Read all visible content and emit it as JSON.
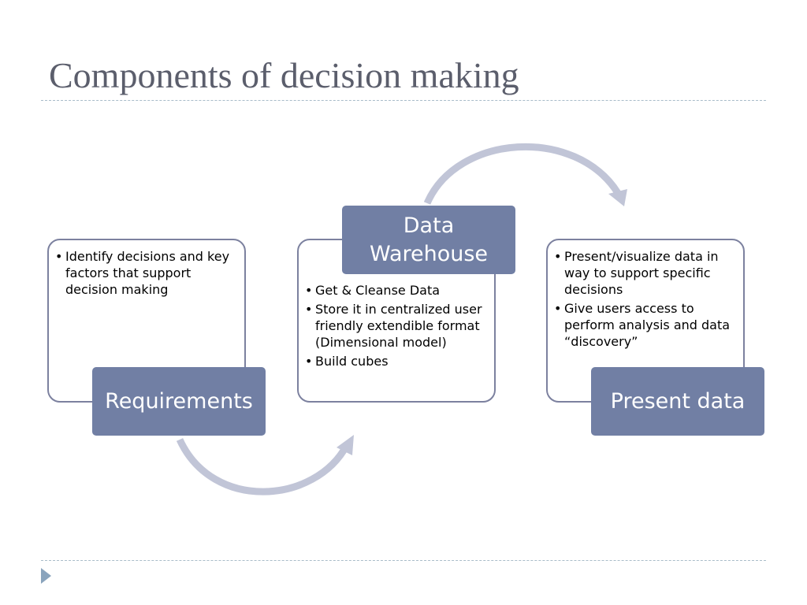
{
  "slide": {
    "title": "Components of decision making"
  },
  "steps": [
    {
      "label": "Requirements",
      "bullets": [
        "Identify decisions and key factors that support decision making"
      ]
    },
    {
      "label": "Data Warehouse",
      "bullets": [
        "Get & Cleanse Data",
        "Store it in centralized user friendly extendible format (Dimensional model)",
        "Build cubes"
      ]
    },
    {
      "label": "Present data",
      "bullets": [
        "Present/visualize data in way to support specific decisions",
        "Give users access to perform analysis and data “discovery”"
      ]
    }
  ],
  "colors": {
    "title_text": "#5b5e6c",
    "label_fill": "#717fa4",
    "box_border": "#7c819f",
    "arrow": "#c1c5d7",
    "rule": "#a9bcc9",
    "nav_triangle": "#8aa4bd"
  },
  "icons": {
    "nav": "triangle-right-icon"
  }
}
